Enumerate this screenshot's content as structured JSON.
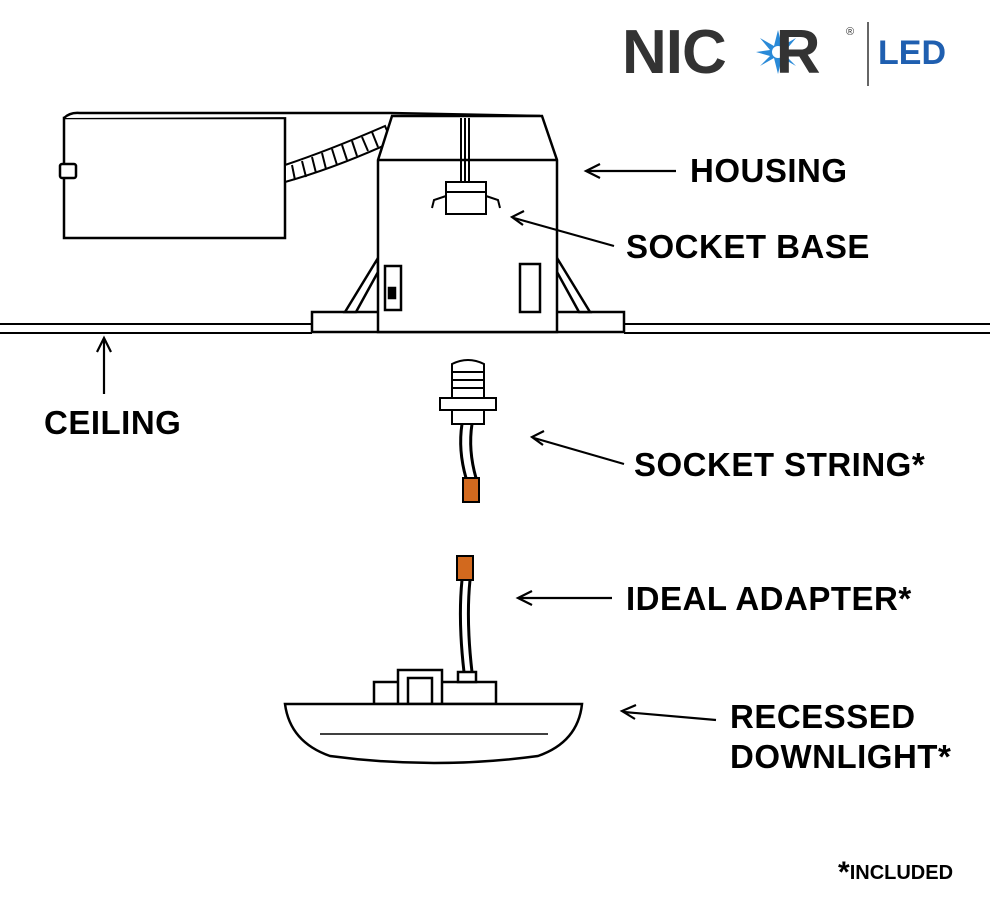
{
  "logo": {
    "brand": "NICOR",
    "registered": "®",
    "product_line": "LED",
    "brand_color": "#333333",
    "accent_color": "#1f5fb0"
  },
  "labels": {
    "housing": "HOUSING",
    "socket_base": "SOCKET BASE",
    "ceiling": "CEILING",
    "socket_string": "SOCKET STRING*",
    "ideal_adapter": "IDEAL ADAPTER*",
    "recessed_line1": "RECESSED",
    "recessed_line2": "DOWNLIGHT*"
  },
  "footnote": {
    "asterisk": "*",
    "text": "INCLUDED"
  },
  "colors": {
    "connector": "#d2691e",
    "line": "#000000"
  }
}
